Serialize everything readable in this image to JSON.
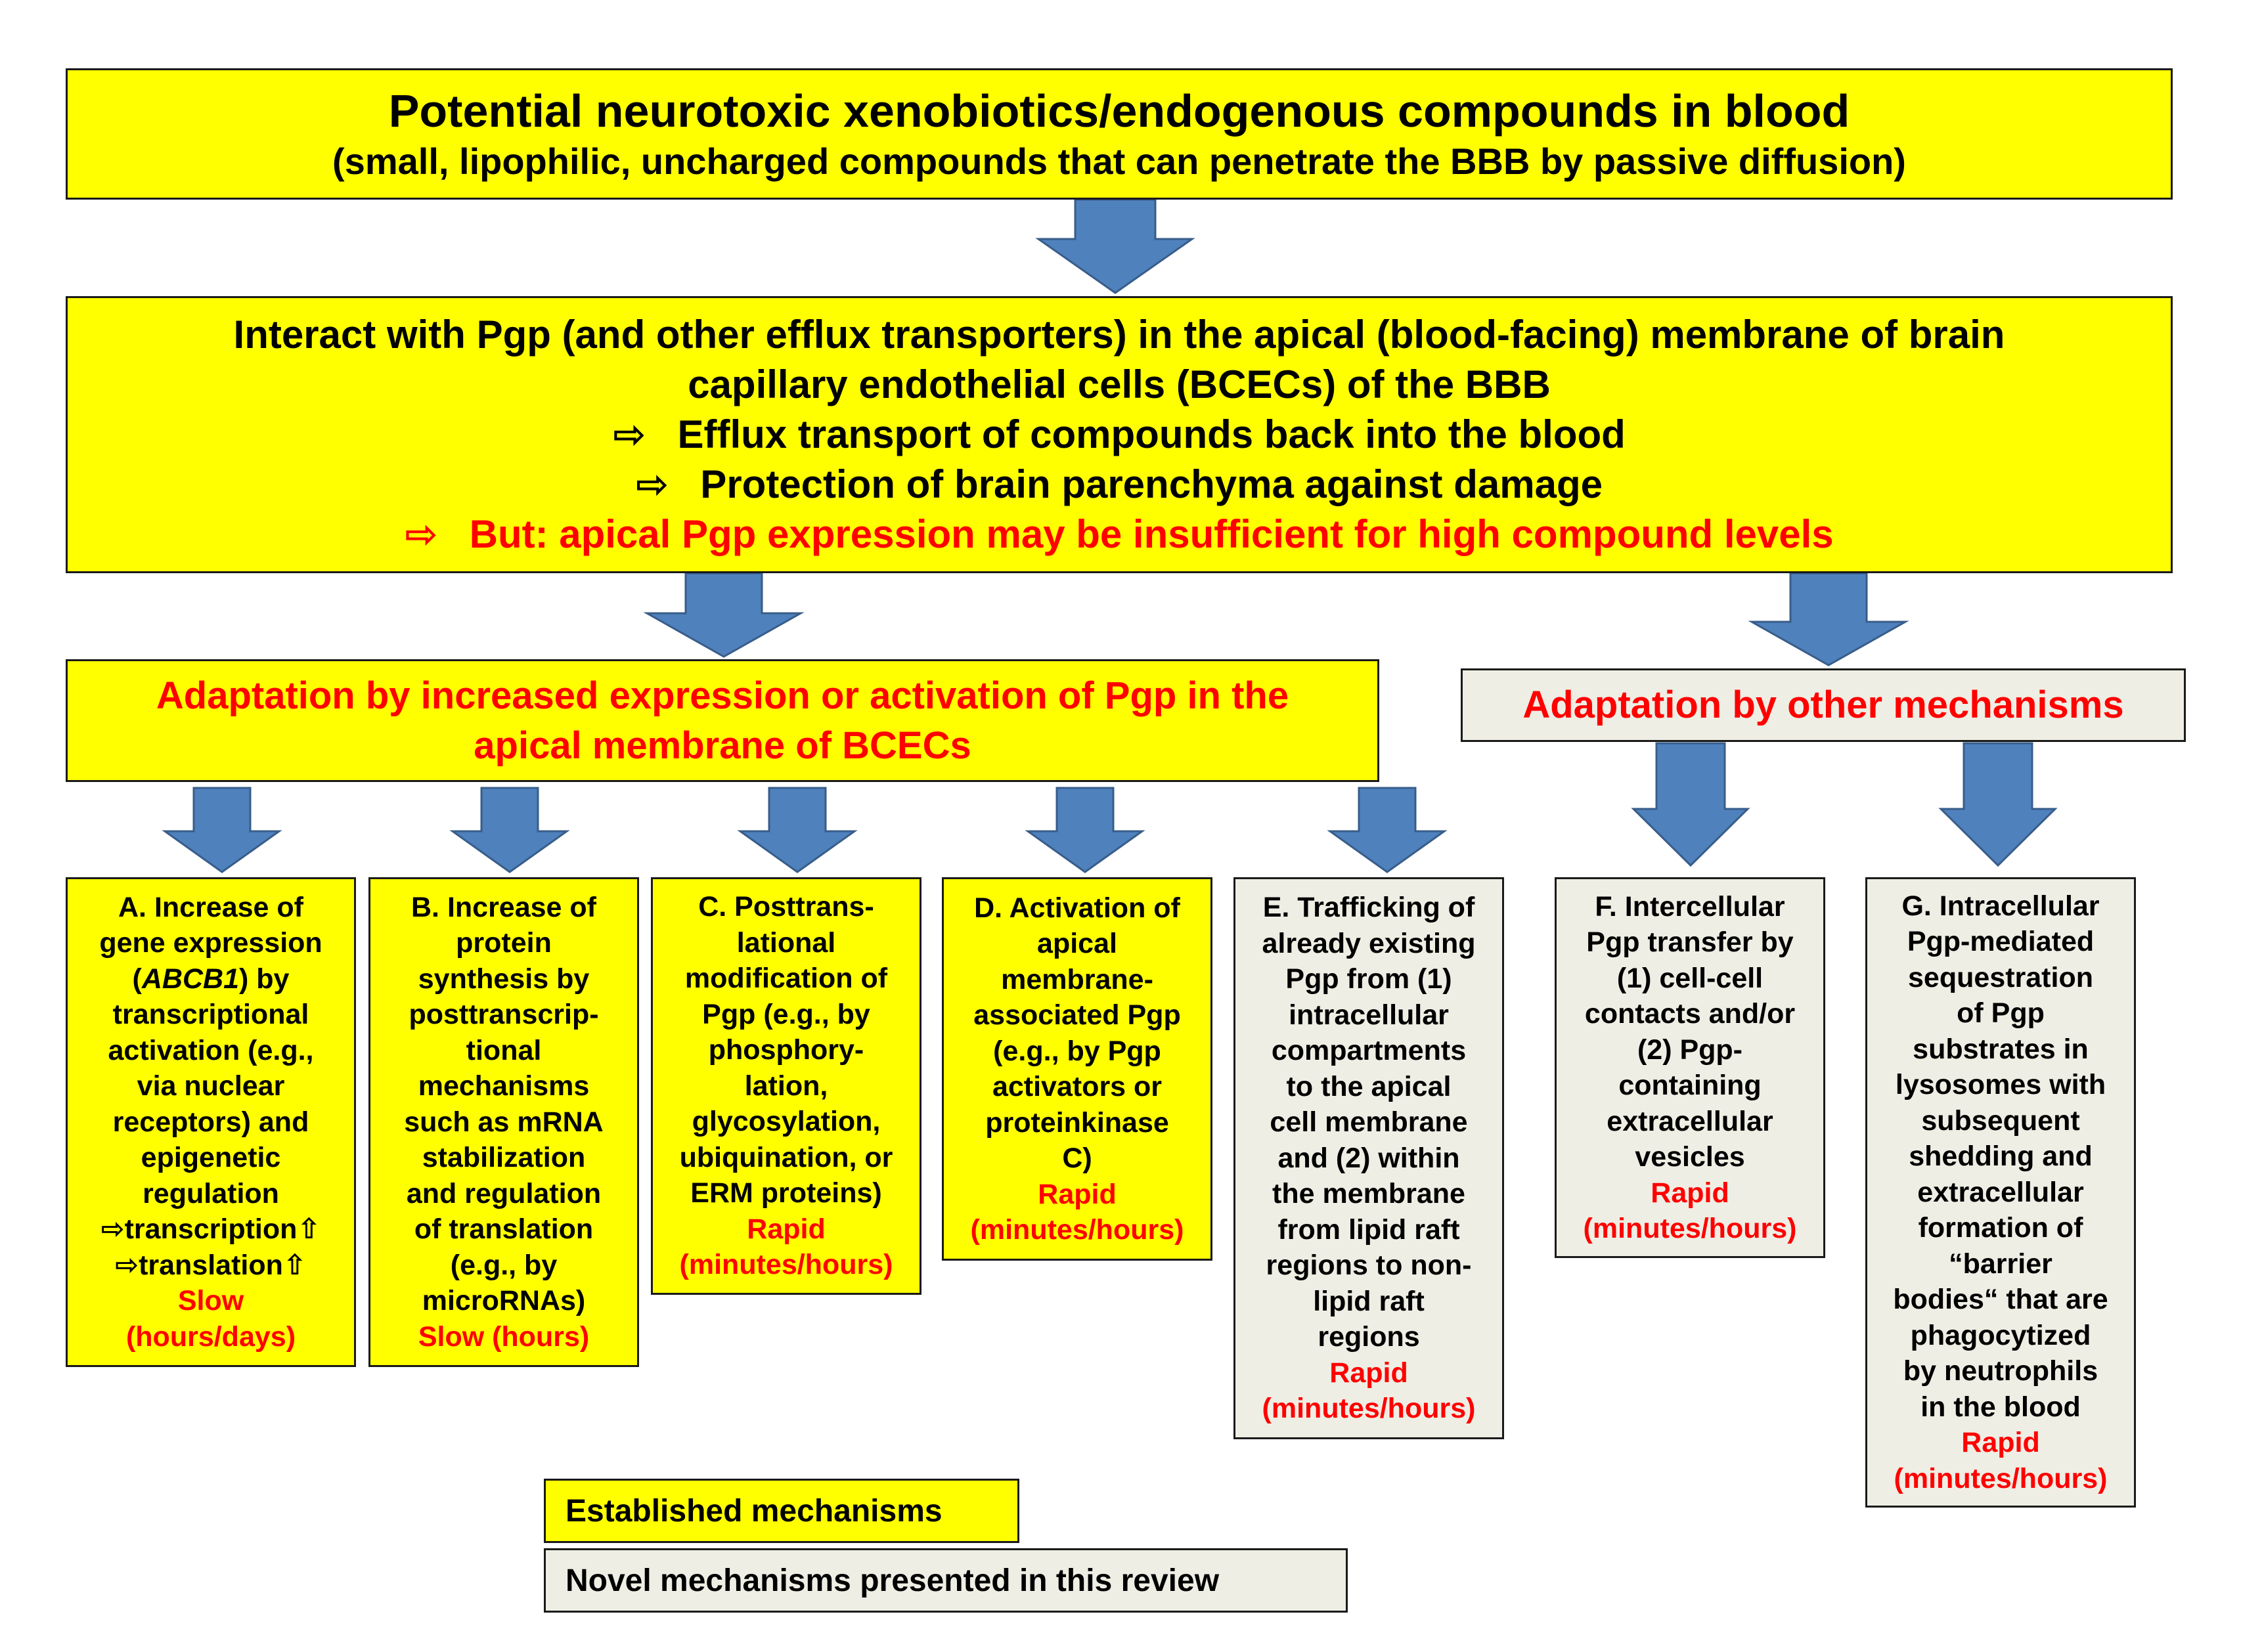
{
  "colors": {
    "established_fill": "#ffff00",
    "novel_fill": "#eeeee4",
    "arrow_fill": "#4f81bd",
    "arrow_stroke": "#385d8a",
    "highlight_text": "#ff0000"
  },
  "top_box": {
    "title": "Potential neurotoxic xenobiotics/endogenous compounds in blood",
    "subtitle": "(small, lipophilic, uncharged compounds that can penetrate the BBB by passive diffusion)"
  },
  "interact_box": {
    "line1": "Interact with Pgp (and other efflux transporters) in the apical (blood-facing) membrane of brain",
    "line2": "capillary endothelial cells (BCECs) of the BBB",
    "bullet_glyph": "⇨",
    "bullet1": "Efflux transport of compounds back into the blood",
    "bullet2": "Protection of brain parenchyma against damage",
    "bullet3": "But: apical Pgp expression may be insufficient for high compound levels"
  },
  "adaptation_pgp": {
    "line1": "Adaptation by increased expression or activation of Pgp in the",
    "line2": "apical membrane of BCECs"
  },
  "adaptation_other": {
    "line1": "Adaptation by other mechanisms"
  },
  "mechanisms": {
    "A": {
      "lines": [
        "A. Increase of",
        "gene expression"
      ],
      "gene_open": "(",
      "gene": "ABCB1",
      "gene_close": ") by",
      "lines2": [
        "transcriptional",
        "activation (e.g.,",
        "via nuclear",
        "receptors) and",
        "epigenetic",
        "regulation",
        "⇨transcription⇧",
        "⇨translation⇧"
      ],
      "speed": "Slow",
      "time": "(hours/days)"
    },
    "B": {
      "lines": [
        "B. Increase of",
        "protein",
        "synthesis by",
        "posttranscrip-",
        "tional",
        "mechanisms",
        "such as  mRNA",
        "stabilization",
        "and regulation",
        "of translation",
        "(e.g., by",
        "microRNAs)"
      ],
      "speed": "Slow (hours)"
    },
    "C": {
      "lines": [
        "C. Posttrans-",
        "lational",
        "modification of",
        "Pgp (e.g., by",
        "phosphory-",
        "lation,",
        "glycosylation,",
        "ubiquination, or",
        "ERM proteins)"
      ],
      "speed": "Rapid",
      "time": "(minutes/hours)"
    },
    "D": {
      "lines": [
        "D. Activation of",
        "apical",
        "membrane-",
        "associated Pgp",
        "(e.g., by Pgp",
        "activators or",
        "proteinkinase",
        "C)"
      ],
      "speed": "Rapid",
      "time": "(minutes/hours)"
    },
    "E": {
      "lines": [
        "E. Trafficking of",
        "already existing",
        "Pgp from (1)",
        "intracellular",
        "compartments",
        "to the apical",
        "cell membrane",
        "and (2) within",
        "the membrane",
        "from lipid raft",
        "regions to non-",
        "lipid raft",
        "regions"
      ],
      "speed": "Rapid",
      "time": "(minutes/hours)"
    },
    "F": {
      "lines": [
        "F. Intercellular",
        "Pgp transfer by",
        "(1) cell-cell",
        "contacts and/or",
        "(2) Pgp-",
        "containing",
        "extracellular",
        "vesicles"
      ],
      "speed": "Rapid",
      "time": "(minutes/hours)"
    },
    "G": {
      "lines": [
        "G. Intracellular",
        "Pgp-mediated",
        "sequestration",
        "of Pgp",
        "substrates in",
        "lysosomes with",
        "subsequent",
        "shedding and",
        "extracellular",
        "formation of",
        "“barrier",
        "bodies“ that are",
        "phagocytized",
        "by neutrophils",
        "in the blood"
      ],
      "speed": "Rapid",
      "time": "(minutes/hours)"
    }
  },
  "legend": {
    "established": "Established mechanisms",
    "novel": "Novel mechanisms presented in this review"
  }
}
